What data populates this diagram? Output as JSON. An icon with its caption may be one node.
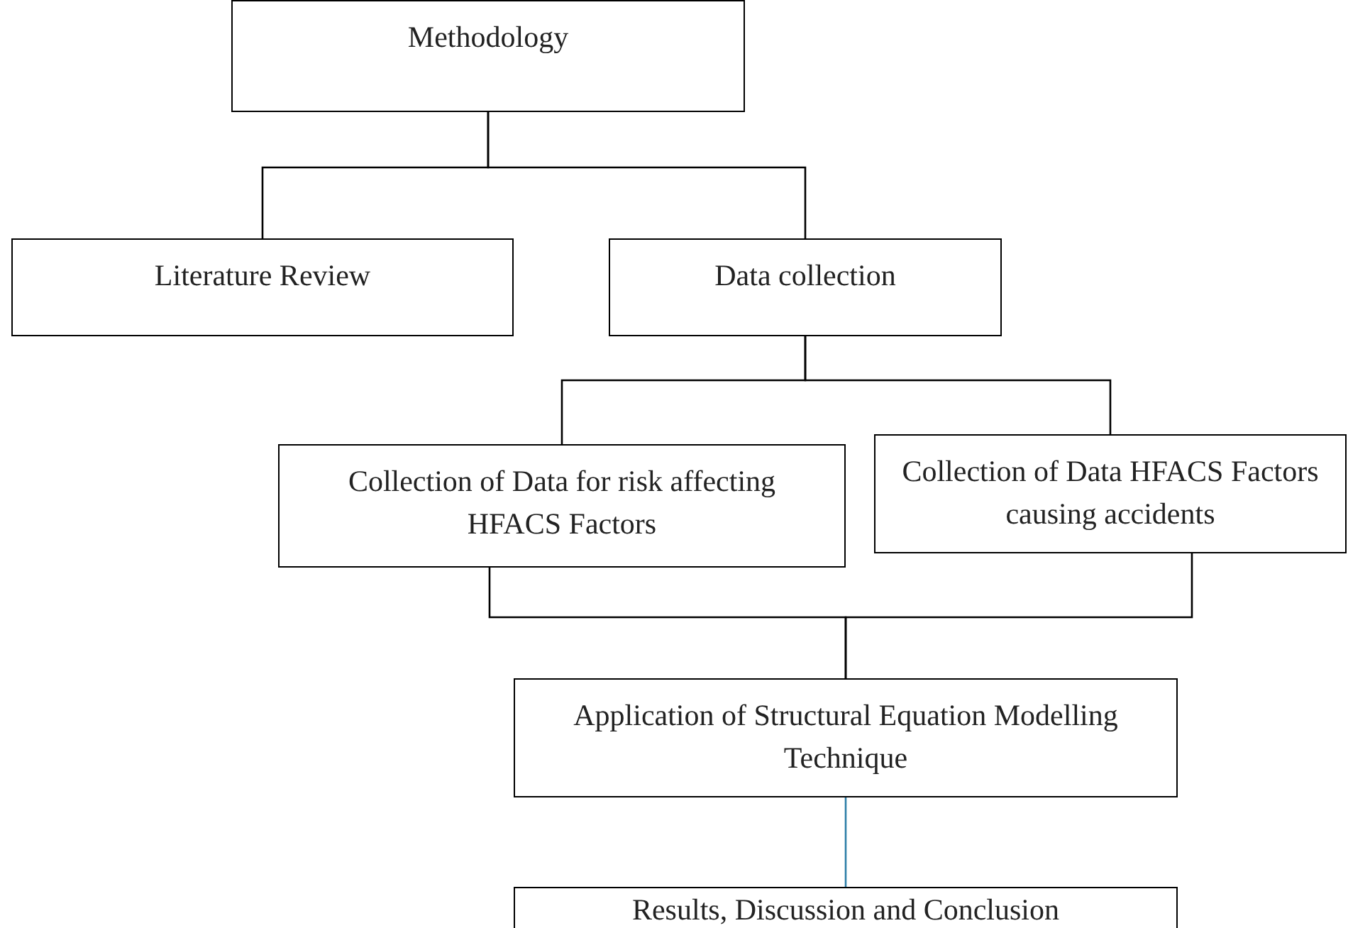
{
  "diagram": {
    "nodes": [
      {
        "text": [
          "Methodology"
        ]
      },
      {
        "text": [
          "Literature Review"
        ]
      },
      {
        "text": [
          "Data collection"
        ]
      },
      {
        "text": [
          "Collection of Data for risk affecting HFACS Factors"
        ]
      },
      {
        "text": [
          "Collection of Data HFACS Factors causing accidents"
        ]
      },
      {
        "text": [
          "Application of Structural Equation Modelling Technique"
        ]
      },
      {
        "text": [
          "Results, Discussion and Conclusion"
        ]
      }
    ],
    "edges": [
      {
        "from": 0,
        "to": 1,
        "arrow": "none"
      },
      {
        "from": 0,
        "to": 2,
        "arrow": "none"
      },
      {
        "from": 2,
        "to": 3,
        "arrow": "none"
      },
      {
        "from": 2,
        "to": 4,
        "arrow": "none"
      },
      {
        "from": 3,
        "to": 5,
        "arrow": "none"
      },
      {
        "from": 4,
        "to": 5,
        "arrow": "none"
      },
      {
        "from": 5,
        "to": 6,
        "arrow": "none",
        "color": "#2f7fa8"
      }
    ]
  }
}
